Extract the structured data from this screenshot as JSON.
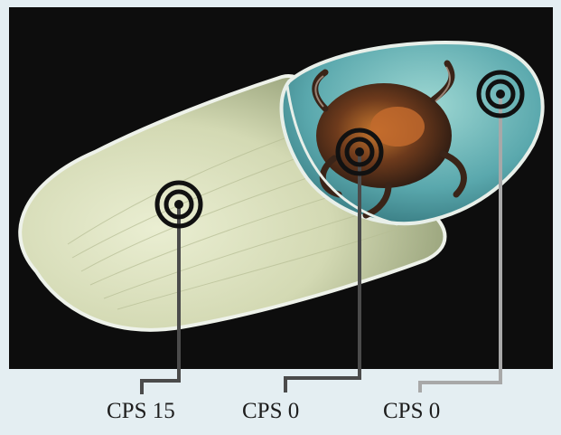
{
  "labels": [
    {
      "text": "CPS 15"
    },
    {
      "text": "CPS 0"
    },
    {
      "text": "CPS 0"
    }
  ],
  "colors": {
    "background": "#0d0d0d",
    "caption_band": "#e4eef2",
    "outline": "#e8efe9",
    "shell_light": "#d7dcb6",
    "shell_cyan": "#6cb8b8",
    "marker": "#111111",
    "leader_dark": "#4b4b4b",
    "leader_light": "#a8a8a8",
    "text": "#1e1e1e"
  },
  "icons": [
    "target-marker-icon",
    "crab-icon"
  ]
}
